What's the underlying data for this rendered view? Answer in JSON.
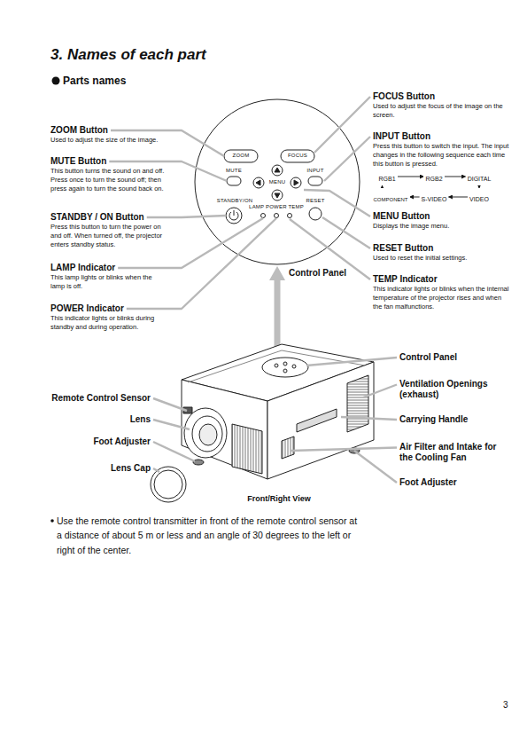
{
  "diagram": {
    "title": "3. Names of each part",
    "nodes": [
      {
        "text": [
          "RGB1"
        ]
      },
      {
        "text": [
          "RGB2"
        ]
      },
      {
        "text": [
          "DIGITAL"
        ]
      },
      {
        "text": [
          "VIDEO"
        ]
      },
      {
        "text": [
          "S-VIDEO"
        ]
      },
      {
        "text": [
          "COMPONENT"
        ]
      }
    ],
    "edges": [
      {
        "from": 0,
        "to": 1,
        "arrow": "to"
      },
      {
        "from": 1,
        "to": 2,
        "arrow": "to"
      },
      {
        "from": 2,
        "to": 3,
        "arrow": "to"
      },
      {
        "from": 3,
        "to": 4,
        "arrow": "to"
      },
      {
        "from": 4,
        "to": 5,
        "arrow": "to"
      },
      {
        "from": 5,
        "to": 0,
        "arrow": "to"
      }
    ],
    "labels": [
      "Parts names",
      "ZOOM Button",
      "Used to adjust the size of the image.",
      "MUTE Button",
      "This button turns the sound on and off. Press once to turn the sound off; then press again to turn the sound back on.",
      "STANDBY / ON Button",
      "Press this button to turn the power on and off. When turned off, the projector enters standby status.",
      "LAMP Indicator",
      "This lamp lights or blinks when the lamp is off.",
      "POWER Indicator",
      "This indicator lights or blinks during standby and during operation.",
      "FOCUS Button",
      "Used to adjust the focus of the image on the screen.",
      "INPUT Button",
      "Press this button to switch the input. The input changes in the following sequence each time this button is pressed.",
      "MENU Button",
      "Displays the image menu.",
      "RESET Button",
      "Used to reset the initial settings.",
      "TEMP Indicator",
      "This indicator lights or blinks when the internal temperature of the projector rises and when the fan malfunctions.",
      "Control Panel",
      "ZOOM",
      "FOCUS",
      "MUTE",
      "INPUT",
      "MENU",
      "STANDBY/ON",
      "LAMP POWER TEMP",
      "RESET",
      "Control Panel",
      "Ventilation Openings (exhaust)",
      "Carrying Handle",
      "Air Filter and Intake for the Cooling Fan",
      "Foot Adjuster",
      "Remote Control Sensor",
      "Lens",
      "Foot Adjuster",
      "Lens Cap",
      "Front/Right View",
      "Use the remote control transmitter in front of the remote control sensor at a distance of about 5 m or less and an angle of 30 degrees to the left or right of the center.",
      "3"
    ]
  }
}
